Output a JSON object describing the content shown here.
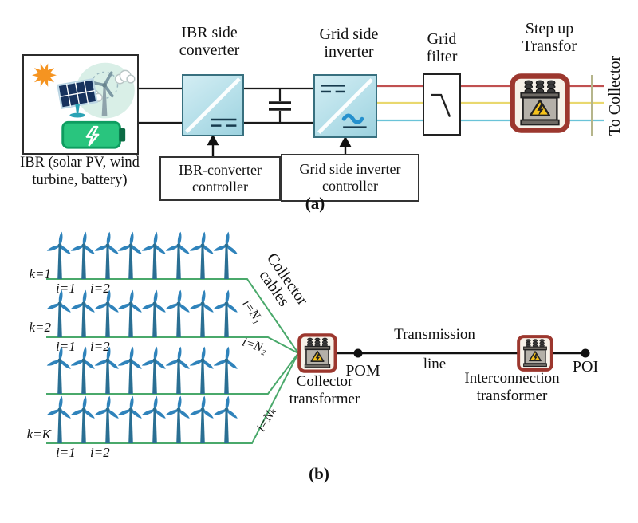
{
  "panel_a": {
    "caption": "(a)",
    "source_box_label": [
      "IBR (solar PV, wind",
      "turbine, battery)"
    ],
    "converter_title": [
      "IBR side",
      "converter"
    ],
    "inverter_title": [
      "Grid side",
      "inverter"
    ],
    "filter_title": [
      "Grid",
      "filter"
    ],
    "step_up_title": [
      "Step up",
      "Transfor"
    ],
    "to_collector_label": "To Collector",
    "converter_controller_label": [
      "IBR-converter",
      "controller"
    ],
    "inverter_controller_label": [
      "Grid side inverter",
      "controller"
    ]
  },
  "panel_b": {
    "caption": "(b)",
    "collector_cables_label": [
      "Collector",
      "cables"
    ],
    "turbines_per_row": 8,
    "rows": [
      {
        "k_label": "k=1",
        "i_labels": [
          "i=1",
          "i=2"
        ],
        "cable_label": "i=N₁"
      },
      {
        "k_label": "k=2",
        "i_labels": [
          "i=1",
          "i=2"
        ],
        "cable_label": "i=N₂"
      },
      {
        "k_label": "",
        "i_labels": [],
        "cable_label": ""
      },
      {
        "k_label": "k=K",
        "i_labels": [
          "i=1",
          "i=2"
        ],
        "cable_label": "i=Nₖ"
      }
    ],
    "pom_label": "POM",
    "poi_label": "POI",
    "transmission_line_label": [
      "Transmission",
      "line"
    ],
    "collector_transformer_label": [
      "Collector",
      "transformer"
    ],
    "interconnection_transformer_label": [
      "Interconnection",
      "transformer"
    ]
  },
  "colors": {
    "phase_a_red": "#c05050",
    "phase_b_yellow": "#e9d86e",
    "phase_c_cyan": "#6ac3d8",
    "collector_cable_green": "#4aa96b",
    "converter_fill_blue": "#b5dfe9",
    "transformer_frame_red": "#9c372e",
    "turbine_blue": "#2f83bb",
    "battery_green": "#29c57e",
    "sun_orange": "#f59421"
  },
  "icons": {
    "sun": "sun-icon",
    "solar_panel": "solar-panel-icon",
    "wind_turbine": "wind-turbine-icon",
    "battery": "battery-icon",
    "transformer": "transformer-icon",
    "capacitor": "capacitor-symbol",
    "warning": "warning-triangle-icon"
  }
}
